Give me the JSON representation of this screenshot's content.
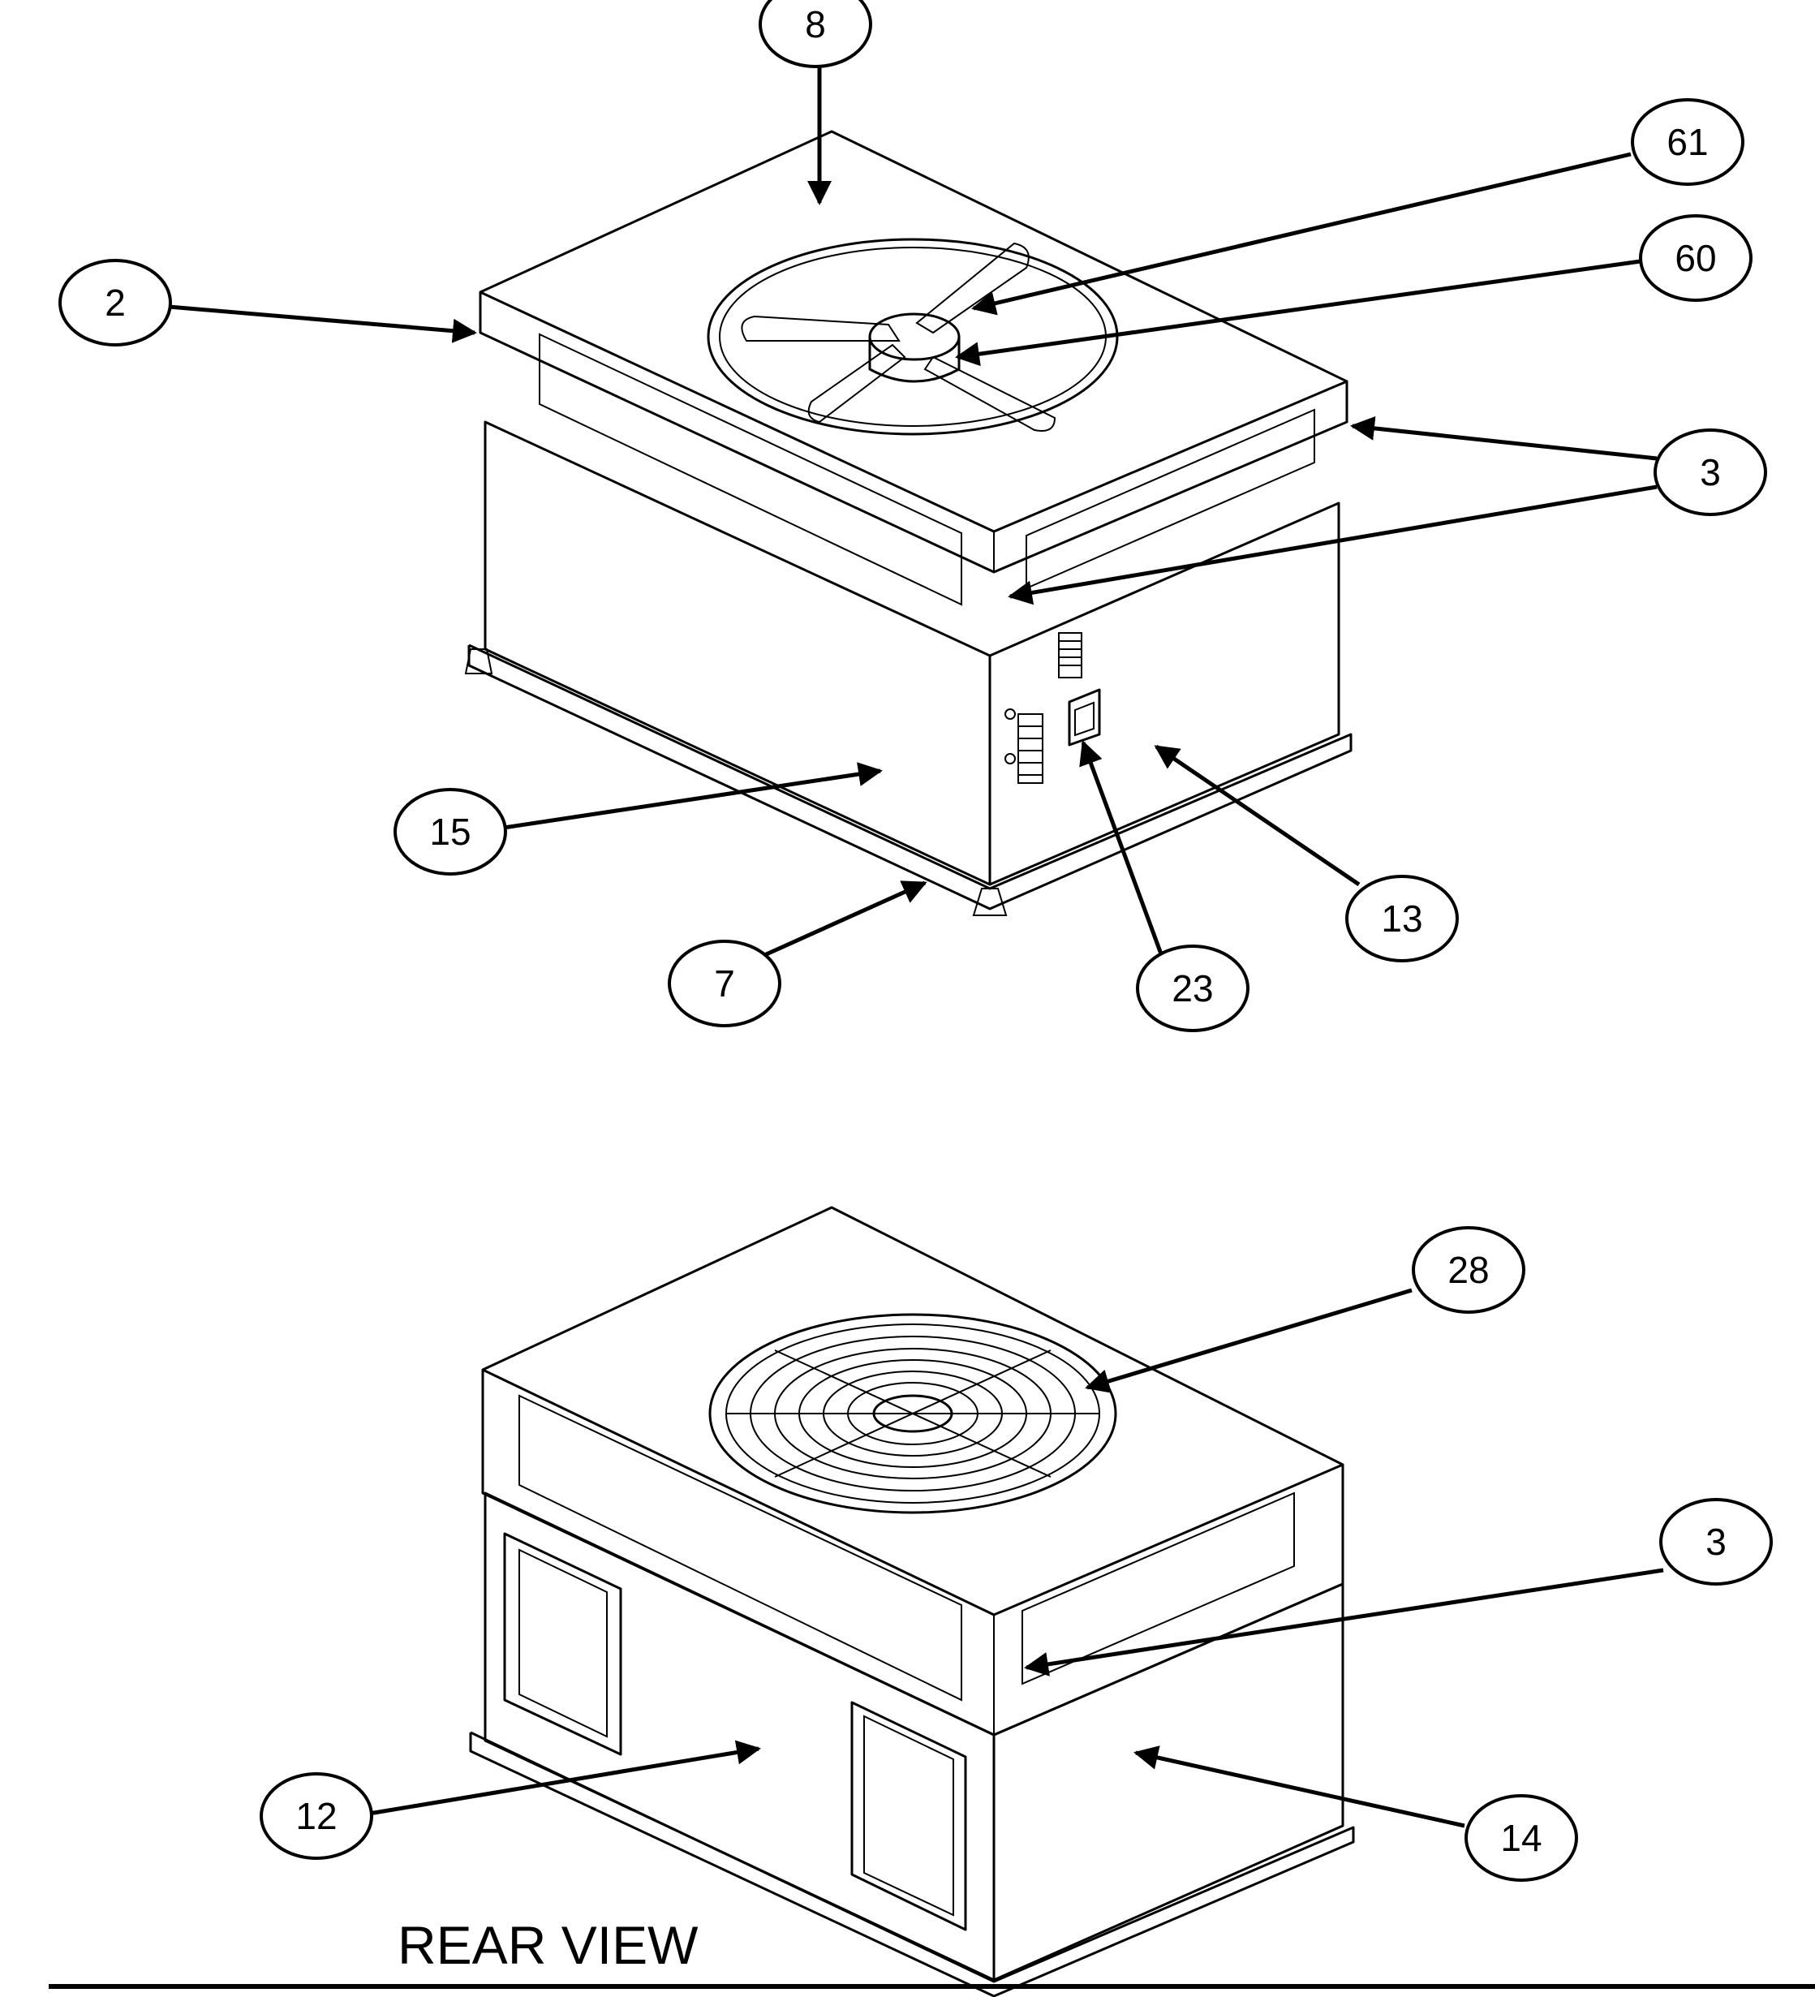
{
  "callouts": [
    {
      "id": "c8",
      "label": "8"
    },
    {
      "id": "c61",
      "label": "61"
    },
    {
      "id": "c60",
      "label": "60"
    },
    {
      "id": "c2",
      "label": "2"
    },
    {
      "id": "c3a",
      "label": "3"
    },
    {
      "id": "c15",
      "label": "15"
    },
    {
      "id": "c13",
      "label": "13"
    },
    {
      "id": "c7",
      "label": "7"
    },
    {
      "id": "c23",
      "label": "23"
    },
    {
      "id": "c28",
      "label": "28"
    },
    {
      "id": "c3b",
      "label": "3"
    },
    {
      "id": "c12",
      "label": "12"
    },
    {
      "id": "c14",
      "label": "14"
    }
  ],
  "rear_view_title": "REAR VIEW"
}
